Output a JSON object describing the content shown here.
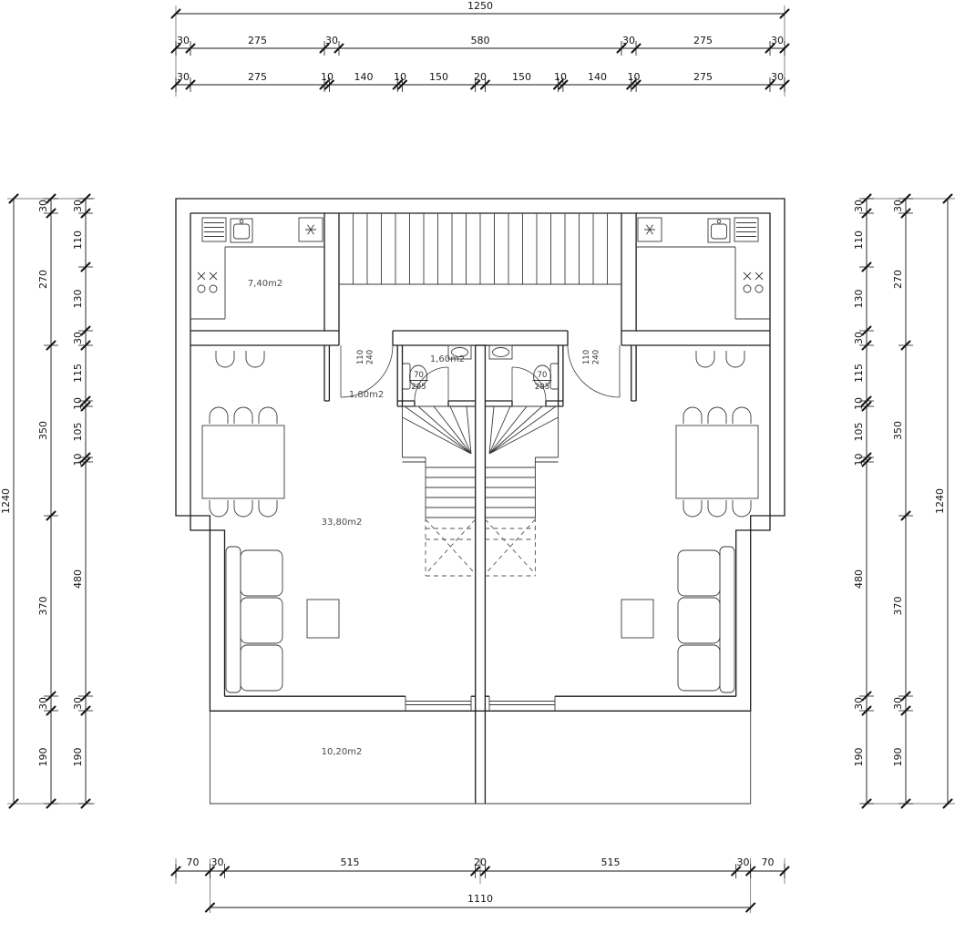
{
  "dim_top": {
    "overall": "1250",
    "row2": [
      "30",
      "275",
      "30",
      "580",
      "30",
      "275",
      "30"
    ],
    "row3": [
      "30",
      "275",
      "10",
      "140",
      "10",
      "150",
      "20",
      "150",
      "10",
      "140",
      "10",
      "275",
      "30"
    ]
  },
  "dim_bottom": {
    "row1": [
      "70",
      "30",
      "515",
      "20",
      "515",
      "30",
      "70"
    ],
    "overall": "1110"
  },
  "dim_left": {
    "overall": "1240",
    "outer": [
      "30",
      "270",
      "350",
      "370",
      "30",
      "190"
    ],
    "inner": [
      "30",
      "110",
      "130",
      "30",
      "115",
      "10",
      "105",
      "10",
      "480",
      "30",
      "190"
    ]
  },
  "dim_right": {
    "overall": "1240",
    "outer": [
      "30",
      "270",
      "350",
      "370",
      "30",
      "190"
    ],
    "inner": [
      "30",
      "110",
      "130",
      "30",
      "115",
      "10",
      "105",
      "10",
      "480",
      "30",
      "190"
    ]
  },
  "rooms": {
    "kitchen": "7,40m2",
    "hallway": "1,80m2",
    "bathroom": "1,60m2",
    "living": "33,80m2",
    "terrace": "10,20m2"
  },
  "doors": {
    "entry_w": "110",
    "entry_h": "240",
    "bath_w": "70",
    "bath_h": "205"
  }
}
